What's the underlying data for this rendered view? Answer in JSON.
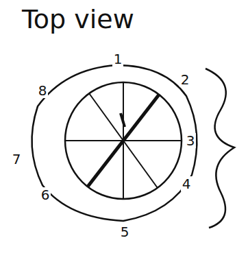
{
  "diagram": {
    "title": "Top view",
    "labels": [
      "1",
      "2",
      "3",
      "4",
      "5",
      "6",
      "7",
      "8"
    ]
  }
}
